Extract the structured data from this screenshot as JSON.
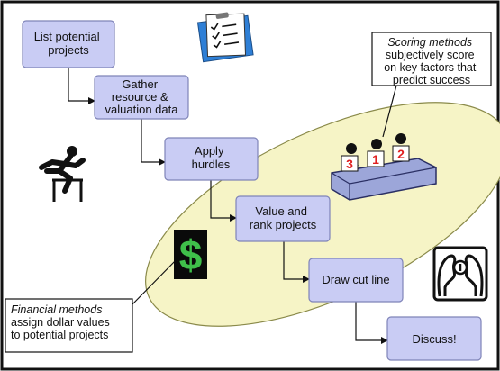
{
  "colors": {
    "box_fill": "#C9CCF4",
    "box_stroke": "#7F84B8",
    "ellipse_fill": "#F6F4C6",
    "ellipse_stroke": "#8A8A4A",
    "frame": "#111111",
    "table": "#9CA6D9",
    "dollar_bg": "#0A0A0A",
    "dollar_fg": "#3FBF4A",
    "placard_red": "#E02020"
  },
  "steps": {
    "list": [
      "List potential",
      "projects"
    ],
    "gather": [
      "Gather",
      "resource &",
      "valuation data"
    ],
    "hurdles": [
      "Apply",
      "hurdles"
    ],
    "value": [
      "Value and",
      "rank projects"
    ],
    "cut": [
      "Draw cut line"
    ],
    "discuss": [
      "Discuss!"
    ]
  },
  "scoring": {
    "title": "Scoring methods",
    "lines": [
      "subjectively score",
      "on key factors that",
      "predict success"
    ]
  },
  "financial": {
    "title": "Financial methods",
    "lines": [
      "assign dollar values",
      "to potential projects"
    ]
  },
  "judges": {
    "placards": [
      "3",
      "1",
      "2"
    ]
  },
  "icons": {
    "clipboard": "clipboard-checklist-icon",
    "hurdler": "hurdler-icon",
    "dollar": "dollar-sign-icon",
    "heads": "facing-heads-icon",
    "judges": "judges-panel-icon"
  }
}
